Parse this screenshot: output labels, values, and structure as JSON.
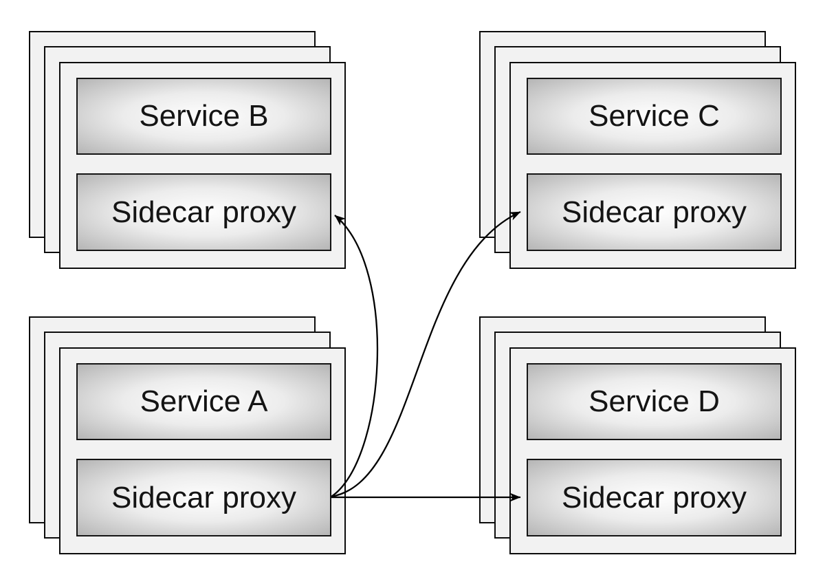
{
  "diagram": {
    "type": "service-mesh-sidecar-architecture",
    "groups": [
      {
        "id": "service-b",
        "service_label": "Service B",
        "proxy_label": "Sidecar proxy",
        "position": "top-left",
        "stacked_instances": 3
      },
      {
        "id": "service-c",
        "service_label": "Service C",
        "proxy_label": "Sidecar proxy",
        "position": "top-right",
        "stacked_instances": 3
      },
      {
        "id": "service-a",
        "service_label": "Service A",
        "proxy_label": "Sidecar proxy",
        "position": "bottom-left",
        "stacked_instances": 3
      },
      {
        "id": "service-d",
        "service_label": "Service D",
        "proxy_label": "Sidecar proxy",
        "position": "bottom-right",
        "stacked_instances": 3
      }
    ],
    "arrows": [
      {
        "from": "service-a-sidecar-proxy",
        "to": "service-b-sidecar-proxy",
        "style": "curved"
      },
      {
        "from": "service-a-sidecar-proxy",
        "to": "service-c-sidecar-proxy",
        "style": "curved"
      },
      {
        "from": "service-a-sidecar-proxy",
        "to": "service-d-sidecar-proxy",
        "style": "straight"
      }
    ],
    "colors": {
      "background": "#ffffff",
      "card_fill": "#f2f2f2",
      "card_border": "#0c0c0c",
      "box_gradient_center": "#fefefe",
      "box_gradient_edge": "#b5b5b5",
      "box_border": "#141414",
      "arrow": "#000000",
      "text": "#141414"
    }
  }
}
